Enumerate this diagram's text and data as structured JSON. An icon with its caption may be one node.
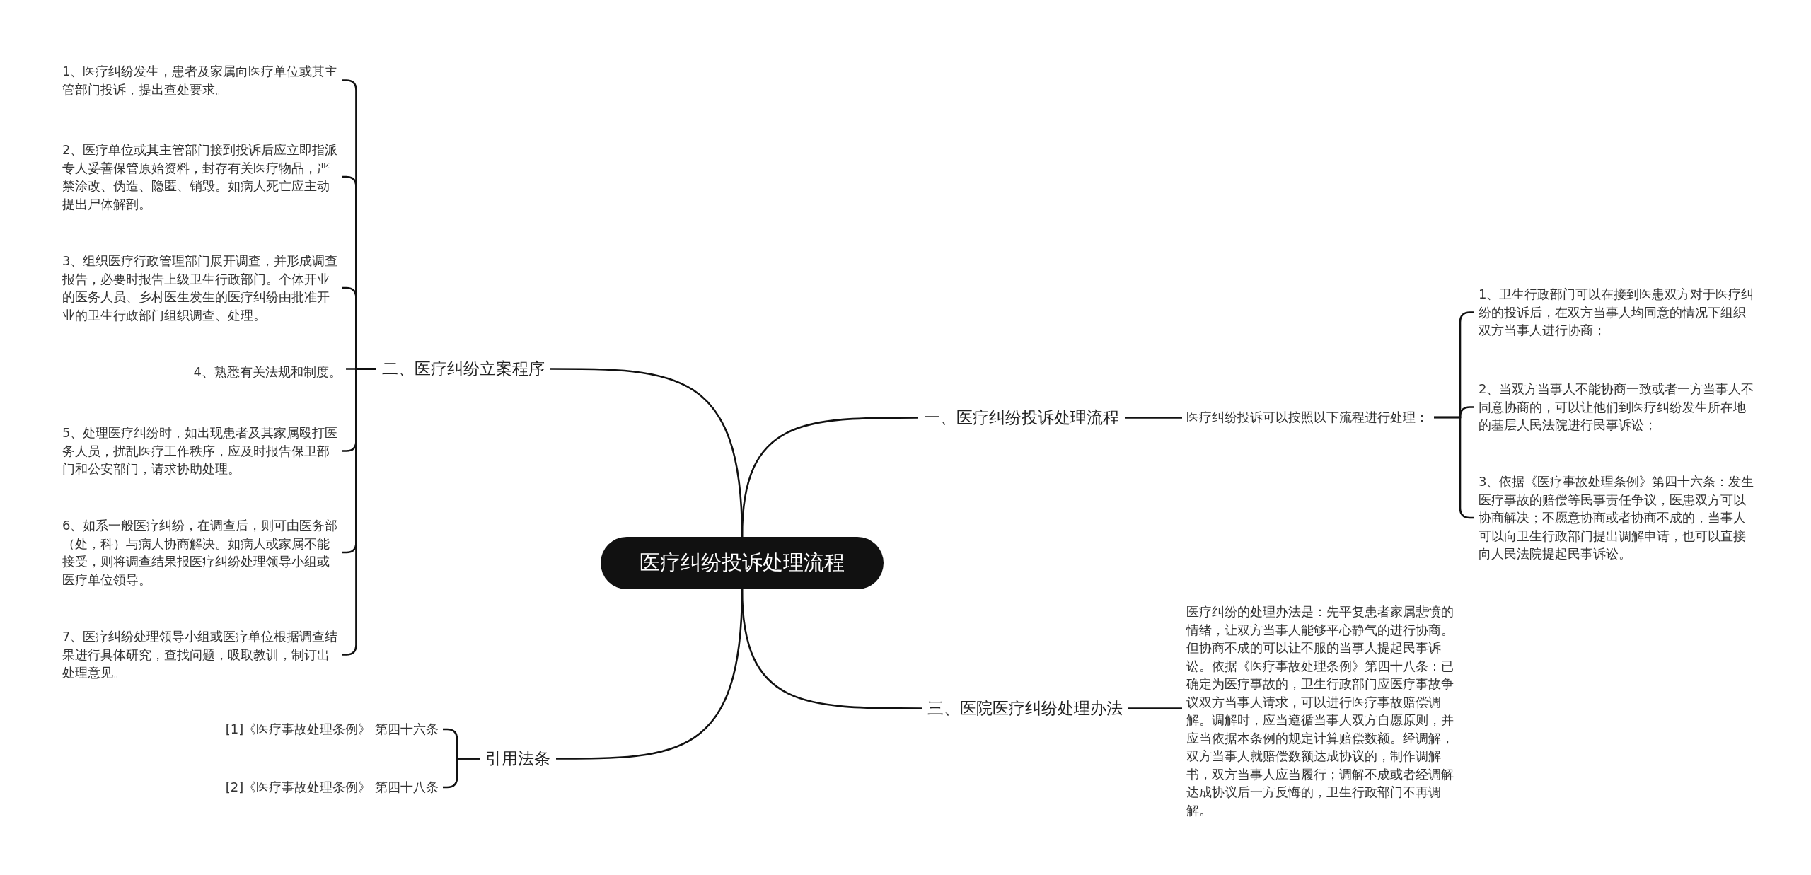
{
  "diagram": {
    "nodes": [
      {
        "text": [
          "医疗纠纷投诉处理流程"
        ]
      },
      {
        "text": [
          "一、医疗纠纷投诉处理流程"
        ]
      },
      {
        "text": [
          "医疗纠纷投诉可以按照以下流程进行处理："
        ]
      },
      {
        "text": [
          "1、卫生行政部门可以在接到医患双方对于医疗纠纷的投诉后，在双方当事人均同意的情况下组织双方当事人进行协商；"
        ]
      },
      {
        "text": [
          "2、当双方当事人不能协商一致或者一方当事人不同意协商的，可以让他们到医疗纠纷发生所在地的基层人民法院进行民事诉讼；"
        ]
      },
      {
        "text": [
          "3、依据《医疗事故处理条例》第四十六条：发生医疗事故的赔偿等民事责任争议，医患双方可以协商解决；不愿意协商或者协商不成的，当事人可以向卫生行政部门提出调解申请，也可以直接向人民法院提起民事诉讼。"
        ]
      },
      {
        "text": [
          "二、医疗纠纷立案程序"
        ]
      },
      {
        "text": [
          "1、医疗纠纷发生，患者及家属向医疗单位或其主管部门投诉，提出查处要求。"
        ]
      },
      {
        "text": [
          "2、医疗单位或其主管部门接到投诉后应立即指派专人妥善保管原始资料，封存有关医疗物品，严禁涂改、伪造、隐匿、销毁。如病人死亡应主动提出尸体解剖。"
        ]
      },
      {
        "text": [
          "3、组织医疗行政管理部门展开调查，并形成调查报告，必要时报告上级卫生行政部门。个体开业的医务人员、乡村医生发生的医疗纠纷由批准开业的卫生行政部门组织调查、处理。"
        ]
      },
      {
        "text": [
          "4、熟悉有关法规和制度。"
        ]
      },
      {
        "text": [
          "5、处理医疗纠纷时，如出现患者及其家属殴打医务人员，扰乱医疗工作秩序，应及时报告保卫部门和公安部门，请求协助处理。"
        ]
      },
      {
        "text": [
          "6、如系一般医疗纠纷，在调查后，则可由医务部（处，科）与病人协商解决。如病人或家属不能接受，则将调查结果报医疗纠纷处理领导小组或医疗单位领导。"
        ]
      },
      {
        "text": [
          "7、医疗纠纷处理领导小组或医疗单位根据调查结果进行具体研究，查找问题，吸取教训，制订出处理意见。"
        ]
      },
      {
        "text": [
          "三、医院医疗纠纷处理办法"
        ]
      },
      {
        "text": [
          "医疗纠纷的处理办法是：先平复患者家属悲愤的情绪，让双方当事人能够平心静气的进行协商。但协商不成的可以让不服的当事人提起民事诉讼。依据《医疗事故处理条例》第四十八条：已确定为医疗事故的，卫生行政部门应医疗事故争议双方当事人请求，可以进行医疗事故赔偿调解。调解时，应当遵循当事人双方自愿原则，并应当依据本条例的规定计算赔偿数额。经调解，双方当事人就赔偿数额达成协议的，制作调解书，双方当事人应当履行；调解不成或者经调解达成协议后一方反悔的，卫生行政部门不再调解。"
        ]
      },
      {
        "text": [
          "引用法条"
        ]
      },
      {
        "text": [
          "[1]《医疗事故处理条例》 第四十六条"
        ]
      },
      {
        "text": [
          "[2]《医疗事故处理条例》 第四十八条"
        ]
      }
    ],
    "edges": [
      {
        "from": 0,
        "to": 1,
        "arrow": "none"
      },
      {
        "from": 1,
        "to": 2,
        "arrow": "none"
      },
      {
        "from": 2,
        "to": 3,
        "arrow": "none"
      },
      {
        "from": 2,
        "to": 4,
        "arrow": "none"
      },
      {
        "from": 2,
        "to": 5,
        "arrow": "none"
      },
      {
        "from": 0,
        "to": 6,
        "arrow": "none"
      },
      {
        "from": 6,
        "to": 7,
        "arrow": "none"
      },
      {
        "from": 6,
        "to": 8,
        "arrow": "none"
      },
      {
        "from": 6,
        "to": 9,
        "arrow": "none"
      },
      {
        "from": 6,
        "to": 10,
        "arrow": "none"
      },
      {
        "from": 6,
        "to": 11,
        "arrow": "none"
      },
      {
        "from": 6,
        "to": 12,
        "arrow": "none"
      },
      {
        "from": 6,
        "to": 13,
        "arrow": "none"
      },
      {
        "from": 0,
        "to": 14,
        "arrow": "none"
      },
      {
        "from": 14,
        "to": 15,
        "arrow": "none"
      },
      {
        "from": 0,
        "to": 16,
        "arrow": "none"
      },
      {
        "from": 16,
        "to": 17,
        "arrow": "none"
      },
      {
        "from": 16,
        "to": 18,
        "arrow": "none"
      }
    ]
  }
}
